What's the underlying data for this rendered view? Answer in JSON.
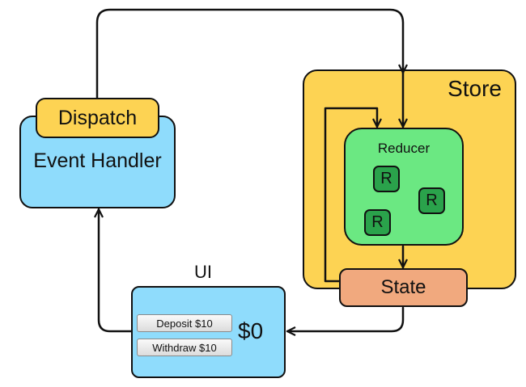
{
  "store": {
    "title": "Store"
  },
  "reducer": {
    "title": "Reducer",
    "chips": [
      "R",
      "R",
      "R"
    ]
  },
  "state": {
    "label": "State"
  },
  "event_handler": {
    "label": "Event Handler",
    "dispatch_label": "Dispatch"
  },
  "ui": {
    "title": "UI",
    "deposit_label": "Deposit $10",
    "withdraw_label": "Withdraw $10",
    "amount": "$0"
  },
  "colors": {
    "store": "#fdd353",
    "reducer": "#6be882",
    "reducer_chip": "#2aa24b",
    "state": "#f1a97e",
    "event_handler": "#8fdcfc",
    "dispatch": "#fdd353",
    "ui_panel": "#8fdcfc"
  }
}
